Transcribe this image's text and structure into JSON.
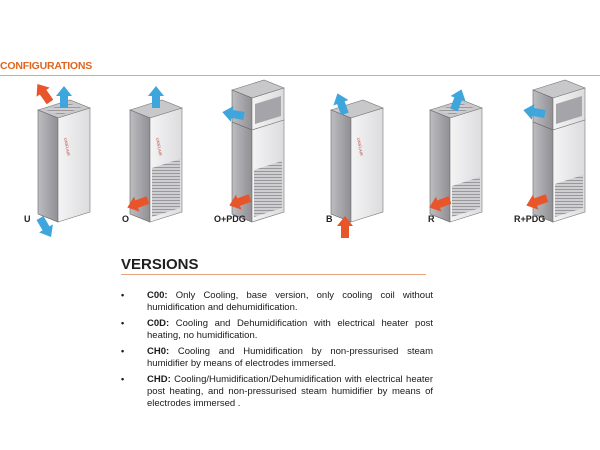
{
  "configurations": {
    "title": "CONFIGURATIONS",
    "units": [
      {
        "label": "U"
      },
      {
        "label": "O"
      },
      {
        "label": "O+PDG"
      },
      {
        "label": "B"
      },
      {
        "label": "R"
      },
      {
        "label": "R+PDG"
      }
    ],
    "brand_mark": "UNIFLAIR"
  },
  "versions": {
    "title": "VERSIONS",
    "bullet": "•",
    "items": [
      {
        "code": "C00:",
        "text": " Only Cooling, base version, only cooling coil without humidification and dehumidification."
      },
      {
        "code": "C0D:",
        "text": " Cooling and Dehumidification with electrical heater post heating, no humidification."
      },
      {
        "code": "CH0:",
        "text": " Cooling and Humidification by non-pressurised steam humidifier by means of electrodes immersed."
      },
      {
        "code": "CHD:",
        "text": " Cooling/Humidification/Dehumidification with electrical heater post heating, and non-pressurised steam humidifier by means of electrodes immersed ."
      }
    ]
  },
  "colors": {
    "accent": "#e0651f",
    "cold_air": "#3ea6dc",
    "hot_air": "#e8552a",
    "cabinet": "#e9e9ea"
  }
}
